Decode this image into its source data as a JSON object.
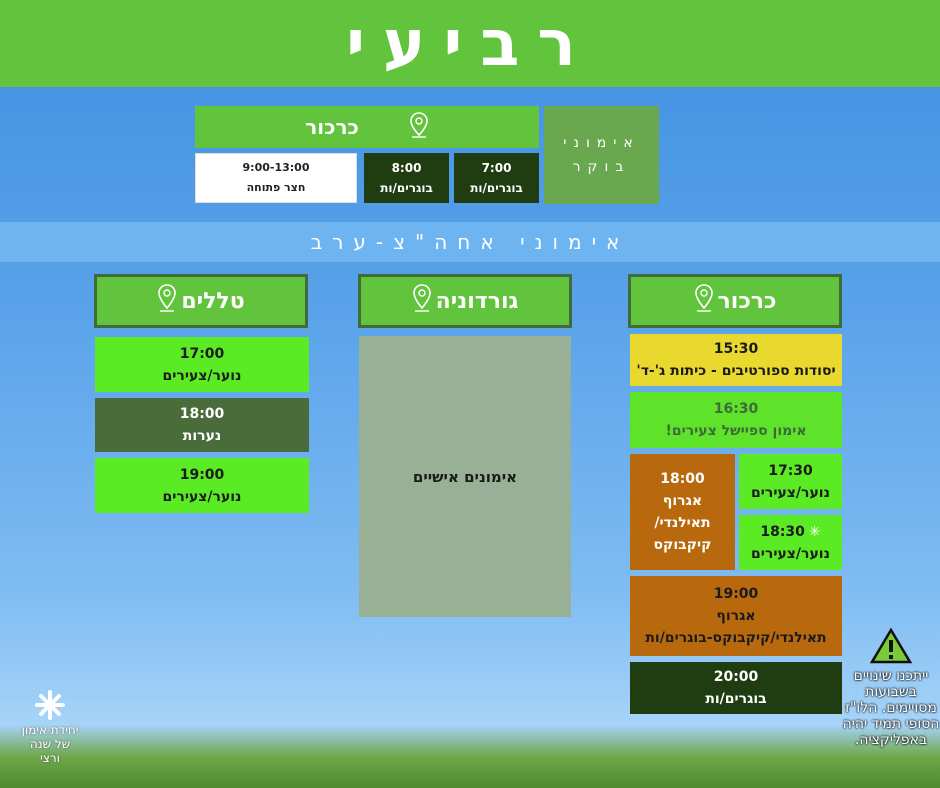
{
  "day_title": "רביעי",
  "morning": {
    "label_line1": "אימוני",
    "label_line2": "בוקר",
    "location": "כרכור",
    "cells": [
      {
        "time": "7:00",
        "group": "בוגרים/ות"
      },
      {
        "time": "8:00",
        "group": "בוגרים/ות"
      },
      {
        "time": "9:00-13:00",
        "group": "חצר פתוחה"
      }
    ]
  },
  "evening_band": "אימוני אחה\"צ-ערב",
  "columns": {
    "karkur": {
      "location": "כרכור",
      "slots": [
        {
          "time": "15:30",
          "group": "יסודות ספורטיבים - כיתות ג'-ד'"
        },
        {
          "time": "16:30",
          "group": "אימון ספיישל צעירים!"
        },
        {
          "time": "17:30",
          "group": "נוער/צעירים"
        },
        {
          "time": "18:30",
          "group": "נוער/צעירים",
          "star": "✳"
        },
        {
          "time": "18:00",
          "group": "אגרוף תאילנדי/ קיקבוקס"
        },
        {
          "time": "19:00",
          "group": "אגרוף תאילנדי/קיקבוקס-בוגרים/ות"
        },
        {
          "time": "20:00",
          "group": "בוגרים/ות"
        }
      ]
    },
    "gordonia": {
      "location": "גורדוניה",
      "block": "אימונים אישיים"
    },
    "talalim": {
      "location": "טללים",
      "slots": [
        {
          "time": "17:00",
          "group": "נוער/צעירים"
        },
        {
          "time": "18:00",
          "group": "נערות"
        },
        {
          "time": "19:00",
          "group": "נוער/צעירים"
        }
      ]
    }
  },
  "warning": {
    "icon": "warning-triangle-icon",
    "text": "ייתכנו שינויים בשבועות מסויימים. הלו\"ז הסופי תמיד יהיה באפליקציה."
  },
  "logo": {
    "icon": "asterisk-star-icon",
    "line1": "יחידת אימון",
    "line2": "של שנה",
    "line3": "ורצי"
  },
  "colors": {
    "green": "#62c33c",
    "lime": "#5beb24",
    "dark": "#1f3d11",
    "orange": "#b8690e",
    "yellow": "#e9d92e",
    "sky": "#5aa3ea"
  }
}
